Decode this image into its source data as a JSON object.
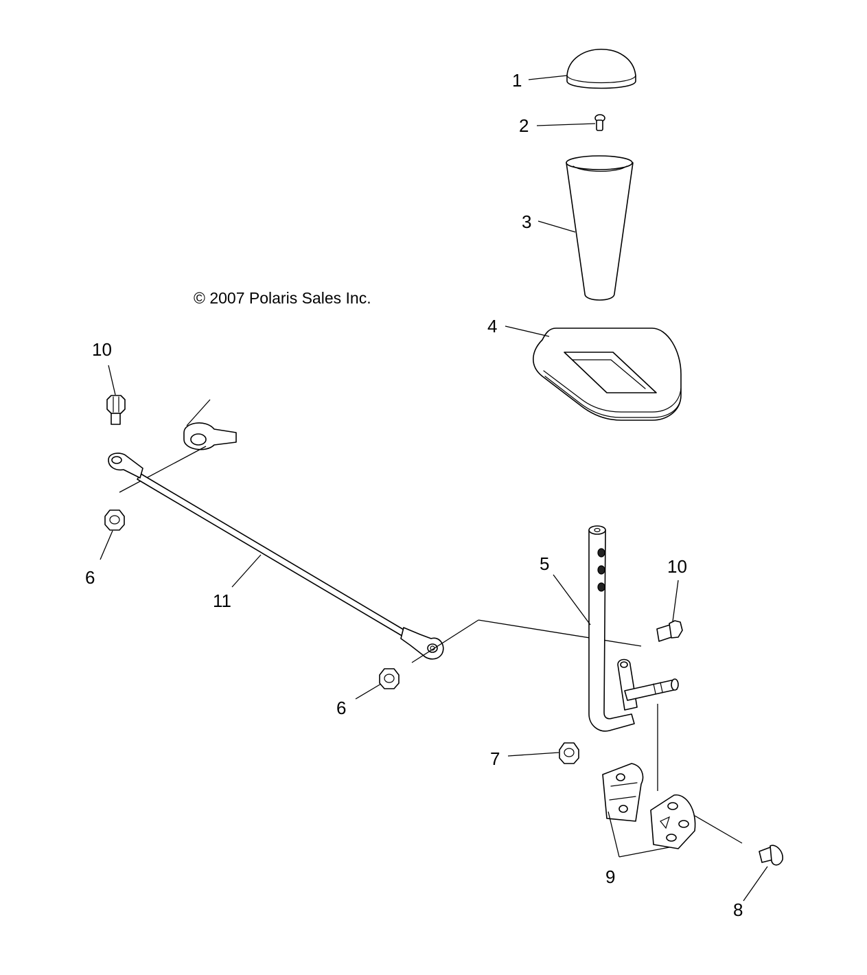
{
  "copyright": "© 2007 Polaris Sales Inc.",
  "callouts": {
    "c1": "1",
    "c2": "2",
    "c3": "3",
    "c4": "4",
    "c5": "5",
    "c6a": "6",
    "c6b": "6",
    "c7": "7",
    "c8": "8",
    "c9": "9",
    "c10a": "10",
    "c10b": "10",
    "c11": "11"
  }
}
